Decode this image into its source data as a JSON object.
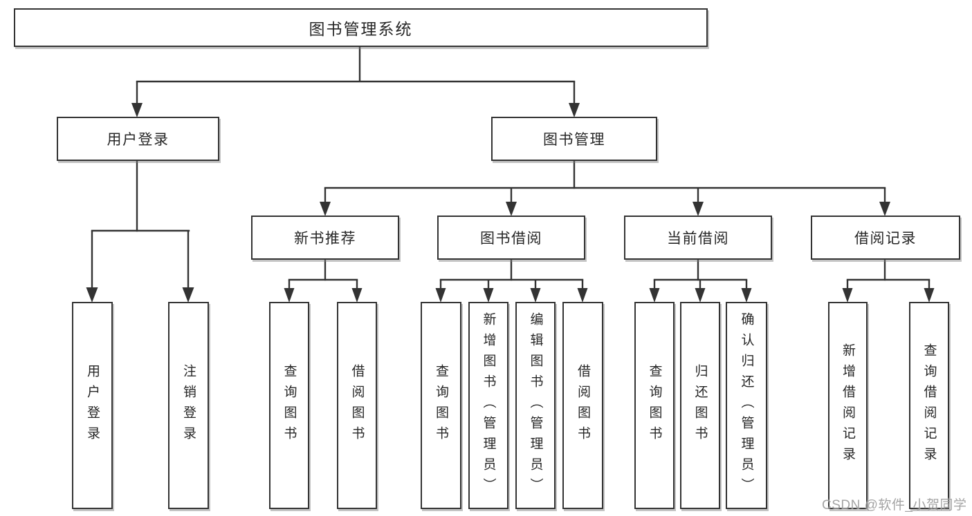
{
  "diagram": {
    "root": {
      "label": "图书管理系统"
    },
    "level2": [
      {
        "label": "用户登录"
      },
      {
        "label": "图书管理"
      }
    ],
    "level3": [
      {
        "label": "新书推荐"
      },
      {
        "label": "图书借阅"
      },
      {
        "label": "当前借阅"
      },
      {
        "label": "借阅记录"
      }
    ],
    "leaves": {
      "user_login": [
        {
          "label": "用户登录"
        },
        {
          "label": "注销登录"
        }
      ],
      "new_books": [
        {
          "label": "查询图书"
        },
        {
          "label": "借阅图书"
        }
      ],
      "book_borrow": [
        {
          "label": "查询图书"
        },
        {
          "label": "新增图书（管理员）"
        },
        {
          "label": "编辑图书（管理员）"
        },
        {
          "label": "借阅图书"
        }
      ],
      "current_borrow": [
        {
          "label": "查询图书"
        },
        {
          "label": "归还图书"
        },
        {
          "label": "确认归还（管理员）"
        }
      ],
      "borrow_records": [
        {
          "label": "新增借阅记录"
        },
        {
          "label": "查询借阅记录"
        }
      ]
    },
    "watermark": "CSDN @软件_小贺同学",
    "colors": {
      "line": "#333333",
      "border": "#333333",
      "text": "#262626",
      "watermark": "#949494",
      "background": "#ffffff"
    }
  }
}
